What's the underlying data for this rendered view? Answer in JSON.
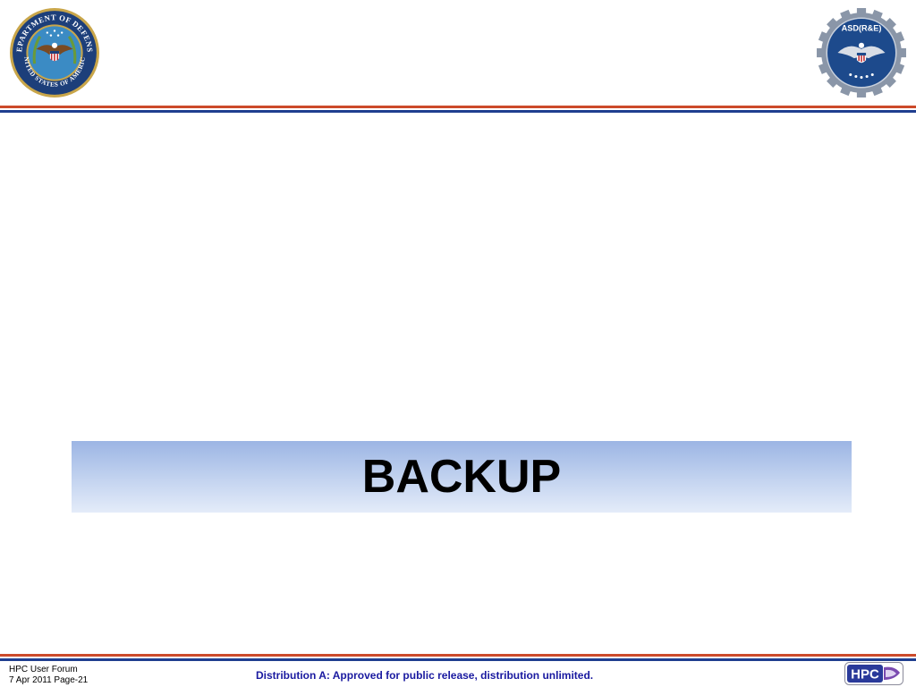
{
  "header": {
    "left_seal": {
      "icon": "dod-seal-icon",
      "text": "DEPARTMENT OF DEFENSE UNITED STATES OF AMERICA",
      "colors": {
        "ring": "#1d3f7a",
        "gold": "#c9a64a",
        "field": "#3b8bc4"
      }
    },
    "right_seal": {
      "icon": "asd-re-gear-seal-icon",
      "text": "ASD(R&E)",
      "colors": {
        "gear": "#8a96a8",
        "field": "#1d4a8c"
      }
    },
    "stripe_colors": {
      "red": "#cc4a2a",
      "blue": "#1f3e8f"
    }
  },
  "main": {
    "title": "BACKUP",
    "band_colors": [
      "#9cb5e4",
      "#c4d4f0",
      "#e4ecf9"
    ]
  },
  "footer": {
    "event": "HPC User Forum",
    "date_page": "7 Apr 2011 Page-21",
    "distribution": "Distribution A:  Approved for public release, distribution unlimited.",
    "distribution_color": "#1a1aa0",
    "logo": {
      "icon": "hpc-logo-icon",
      "text": "HPC"
    }
  }
}
